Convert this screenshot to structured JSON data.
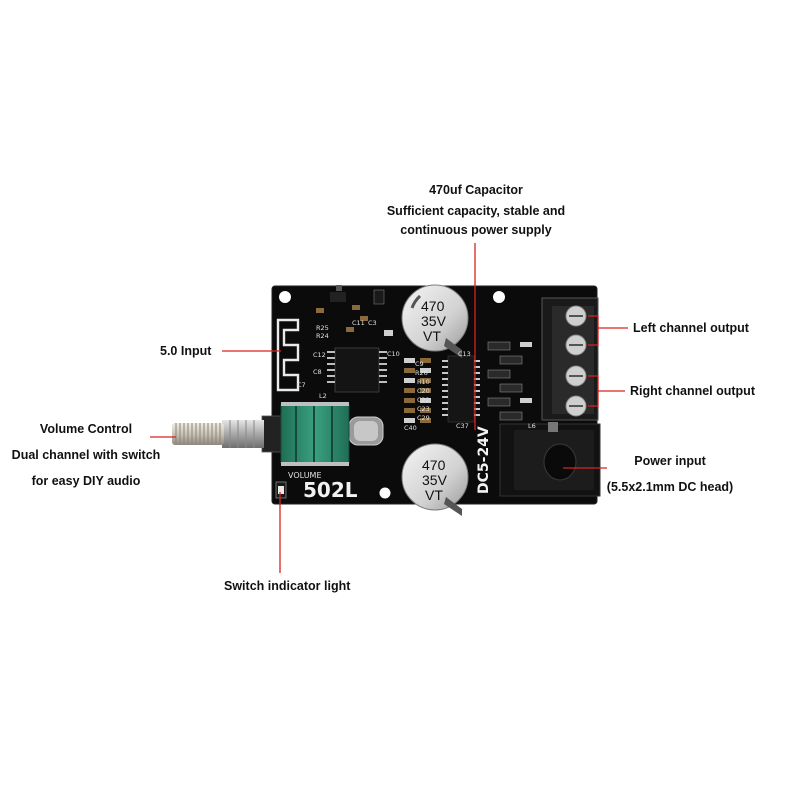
{
  "annotations": {
    "capacitor": {
      "line1": "470uf Capacitor",
      "line2": "Sufficient capacity, stable and",
      "line3": "continuous power supply"
    },
    "input": "5.0 Input",
    "volume": {
      "line1": "Volume Control",
      "line2": "Dual channel with switch",
      "line3": "for easy DIY audio"
    },
    "switch_light": "Switch indicator light",
    "left_output": "Left channel output",
    "right_output": "Right channel output",
    "power": {
      "line1": "Power input",
      "line2": "(5.5x2.1mm DC head)"
    }
  },
  "board": {
    "cap_top": {
      "l1": "470",
      "l2": "35V",
      "l3": "VT"
    },
    "cap_bottom": {
      "l1": "470",
      "l2": "35V",
      "l3": "VT"
    },
    "model": "502L",
    "voltage": "DC5-24V",
    "volume_silk": "VOLUME",
    "silk": {
      "r25": "R25",
      "r24": "R24",
      "c12": "C12",
      "c8": "C8",
      "c7": "C7",
      "l2": "L2",
      "c11": "C11",
      "c3": "C3",
      "c10": "C10",
      "c13": "C13",
      "c9": "C9",
      "r26": "R26",
      "r10": "R10",
      "c20": "C20",
      "c22": "C22",
      "c23": "C23",
      "c29": "C29",
      "c40": "C40",
      "c37": "C37",
      "l6": "L6"
    }
  },
  "colors": {
    "annotation_line": "#d9231f",
    "board": "#0c0c0c",
    "knob_green": "#2e8b6e",
    "terminal": "#1a1a1a"
  }
}
